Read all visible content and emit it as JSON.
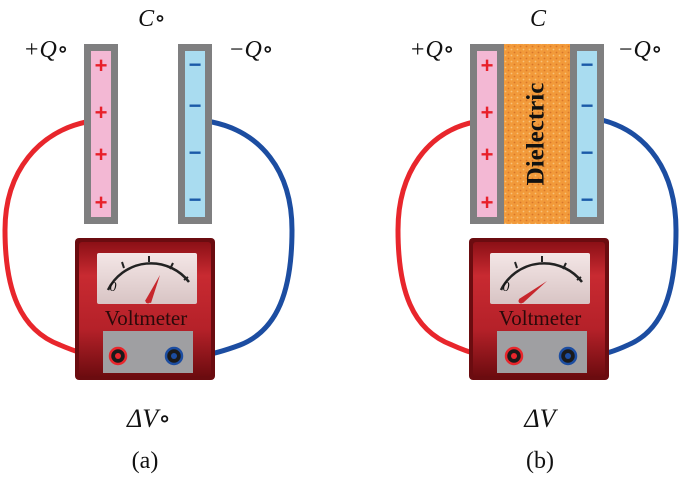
{
  "colors": {
    "plate_frame": "#7f7f80",
    "positive_plate": "#f3b8d4",
    "negative_plate": "#a9dcf0",
    "plus_sign": "#e8202a",
    "minus_sign": "#1b5aa8",
    "red_wire": "#e8262c",
    "blue_wire": "#1c4da1",
    "meter_body": "#b01f26",
    "dielectric": "#f39a3a",
    "needle": "#c7262c"
  },
  "panels": [
    {
      "id": "a",
      "capacitance": "C∘",
      "pos_charge": "+Q∘",
      "neg_charge": "−Q∘",
      "dielectric_label": "",
      "voltmeter_label": "Voltmeter",
      "dial_zero": "0",
      "potential": "ΔV∘",
      "caption": "(a)",
      "plus_signs": [
        "+",
        "+",
        "+",
        "+"
      ],
      "minus_signs": [
        "−",
        "−",
        "−",
        "−"
      ]
    },
    {
      "id": "b",
      "capacitance": "C",
      "pos_charge": "+Q∘",
      "neg_charge": "−Q∘",
      "dielectric_label": "Dielectric",
      "voltmeter_label": "Voltmeter",
      "dial_zero": "0",
      "potential": "ΔV",
      "caption": "(b)",
      "plus_signs": [
        "+",
        "+",
        "+",
        "+"
      ],
      "minus_signs": [
        "−",
        "−",
        "−",
        "−"
      ]
    }
  ]
}
